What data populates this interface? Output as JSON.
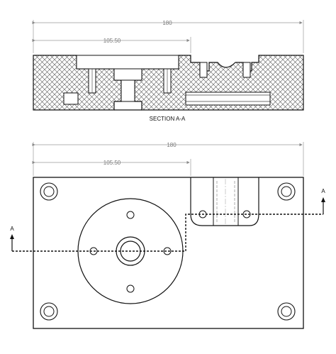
{
  "section_view": {
    "overall_dim": "180",
    "partial_dim": "105.50",
    "label": "SECTION A-A"
  },
  "plan_view": {
    "overall_dim": "180",
    "partial_dim": "105.50",
    "section_mark_left": "A",
    "section_mark_right": "A"
  },
  "colors": {
    "line": "#111111",
    "dimension": "#8a8a8a",
    "hatch": "#555555"
  }
}
